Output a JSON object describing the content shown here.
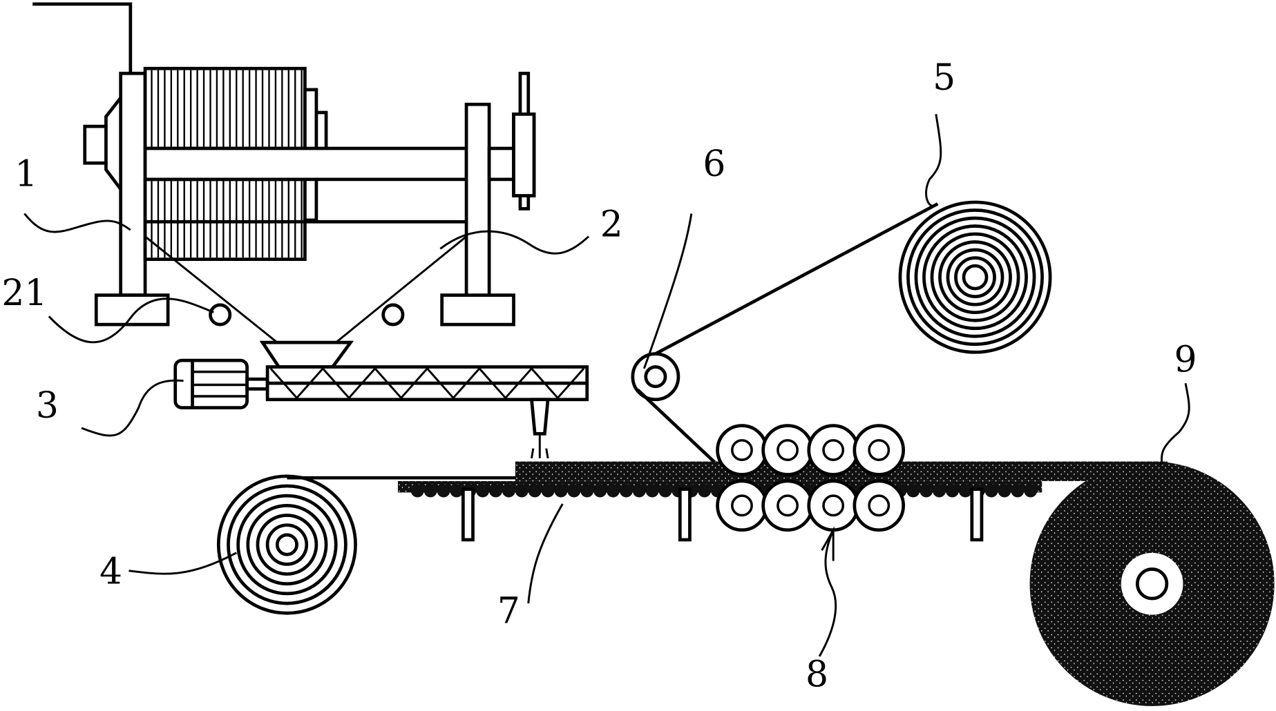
{
  "figure": {
    "type": "patent-schematic",
    "description": "Production line: filter press, hopper, screw conveyor extruder, unwinding rolls, guide roller, conveyor, compaction roller group, wound product roll"
  },
  "labels": [
    {
      "id": "1",
      "text": "1",
      "component": "filter-press-frame"
    },
    {
      "id": "2",
      "text": "2",
      "component": "hopper"
    },
    {
      "id": "21",
      "text": "21",
      "component": "hopper-vibrator"
    },
    {
      "id": "3",
      "text": "3",
      "component": "screw-conveyor-motor"
    },
    {
      "id": "4",
      "text": "4",
      "component": "bottom-film-roll"
    },
    {
      "id": "5",
      "text": "5",
      "component": "top-film-roll"
    },
    {
      "id": "6",
      "text": "6",
      "component": "guide-roller"
    },
    {
      "id": "7",
      "text": "7",
      "component": "material-layer"
    },
    {
      "id": "8",
      "text": "8",
      "component": "compaction-roller-group"
    },
    {
      "id": "9",
      "text": "9",
      "component": "product-roll"
    }
  ],
  "colors": {
    "ink": "#000000",
    "paper": "#ffffff"
  }
}
